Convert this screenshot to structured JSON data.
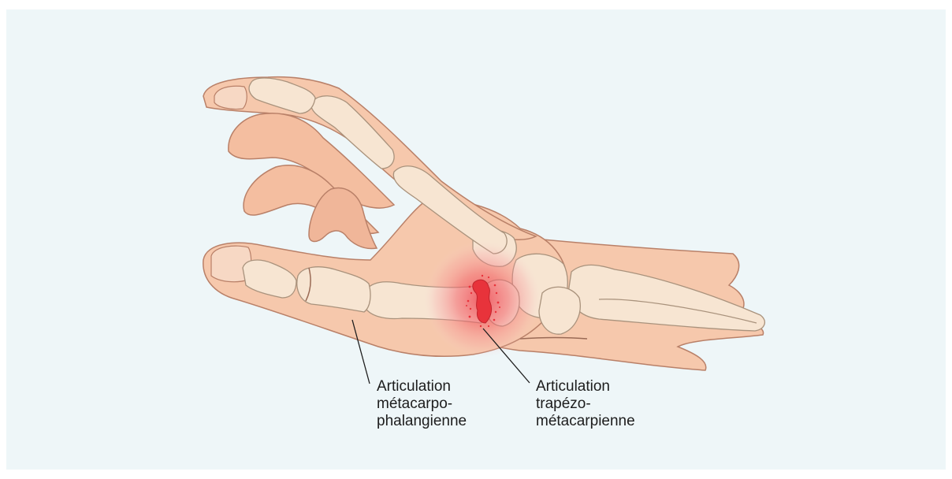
{
  "colors": {
    "background": "#eef6f8",
    "skin": "#f6c8ac",
    "skin_outline": "#b98068",
    "bone": "#f7e5d2",
    "bone_outline": "#a9927c",
    "inflammation": "#e8333b"
  },
  "labels": {
    "mcp": [
      "Articulation",
      "métacarpo-",
      "phalangienne"
    ],
    "tmc": [
      "Articulation",
      "trapézo-",
      "métacarpienne"
    ]
  }
}
